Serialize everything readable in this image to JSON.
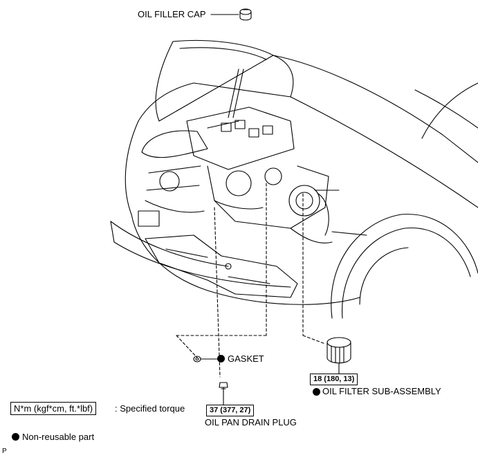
{
  "parts": {
    "oil_filler_cap": "OIL FILLER CAP",
    "gasket": "GASKET",
    "oil_filter": "OIL FILTER SUB-ASSEMBLY",
    "drain_plug": "OIL PAN DRAIN PLUG"
  },
  "torque": {
    "oil_filter": "18 (180, 13)",
    "drain_plug": "37 (377, 27)"
  },
  "legend": {
    "torque_units": "N*m (kgf*cm, ft.*lbf)",
    "torque_desc": ": Specified torque",
    "non_reusable": "Non-reusable part"
  },
  "corner_mark": "P",
  "colors": {
    "ink": "#000000",
    "background": "#ffffff"
  }
}
